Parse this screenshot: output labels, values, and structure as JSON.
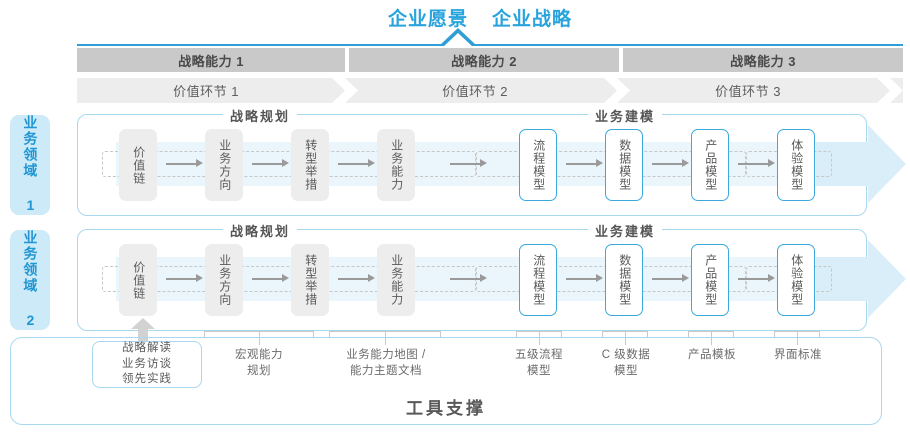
{
  "top": {
    "vision": "企业愿景",
    "strategy": "企业战略"
  },
  "capabilities": [
    {
      "label": "战略能力 1"
    },
    {
      "label": "战略能力 2"
    },
    {
      "label": "战略能力 3"
    }
  ],
  "value_links": [
    {
      "label": "价值环节 1"
    },
    {
      "label": "价值环节 2"
    },
    {
      "label": "价值环节 3"
    }
  ],
  "domains": [
    {
      "tag": "业务领域 1",
      "sections": [
        {
          "title": "战略规划"
        },
        {
          "title": "业务建模"
        }
      ],
      "steps": [
        {
          "label": "价值链",
          "style": "gray"
        },
        {
          "label": "业务方向",
          "style": "gray"
        },
        {
          "label": "转型举措",
          "style": "gray"
        },
        {
          "label": "业务能力",
          "style": "gray"
        },
        {
          "label": "流程模型",
          "style": "blue"
        },
        {
          "label": "数据模型",
          "style": "blue"
        },
        {
          "label": "产品模型",
          "style": "blue"
        },
        {
          "label": "体验模型",
          "style": "blue"
        }
      ]
    },
    {
      "tag": "业务领域 2",
      "sections": [
        {
          "title": "战略规划"
        },
        {
          "title": "业务建模"
        }
      ],
      "steps": [
        {
          "label": "价值链",
          "style": "gray"
        },
        {
          "label": "业务方向",
          "style": "gray"
        },
        {
          "label": "转型举措",
          "style": "gray"
        },
        {
          "label": "业务能力",
          "style": "gray"
        },
        {
          "label": "流程模型",
          "style": "blue"
        },
        {
          "label": "数据模型",
          "style": "blue"
        },
        {
          "label": "产品模型",
          "style": "blue"
        },
        {
          "label": "体验模型",
          "style": "blue"
        }
      ]
    }
  ],
  "tool_support": {
    "title": "工具支撑",
    "pill": "战略解读\n业务访谈\n领先实践",
    "pill_lines": [
      "战略解读",
      "业务访谈",
      "领先实践"
    ],
    "labels": [
      {
        "lines": [
          "宏观能力",
          "规划"
        ]
      },
      {
        "lines": [
          "业务能力地图 /",
          "能力主题文档"
        ]
      },
      {
        "lines": [
          "五级流程",
          "模型"
        ]
      },
      {
        "lines": [
          "C 级数据",
          "模型"
        ]
      },
      {
        "lines": [
          "产品模板"
        ]
      },
      {
        "lines": [
          "界面标准"
        ]
      }
    ]
  },
  "colors": {
    "accent": "#29a3dc",
    "accent_line": "#2f9ed4",
    "band_dark": "#c9c9c9",
    "band_light": "#ededed",
    "tag_bg": "#cdeaf8",
    "box_border": "#a8d8ef",
    "step_gray": "#ededed",
    "step_blue_border": "#3ba9de",
    "arrow_pale": "#eaf6fc",
    "arrow_pale2": "#daeef9",
    "text_dark": "#4a4a4a"
  }
}
